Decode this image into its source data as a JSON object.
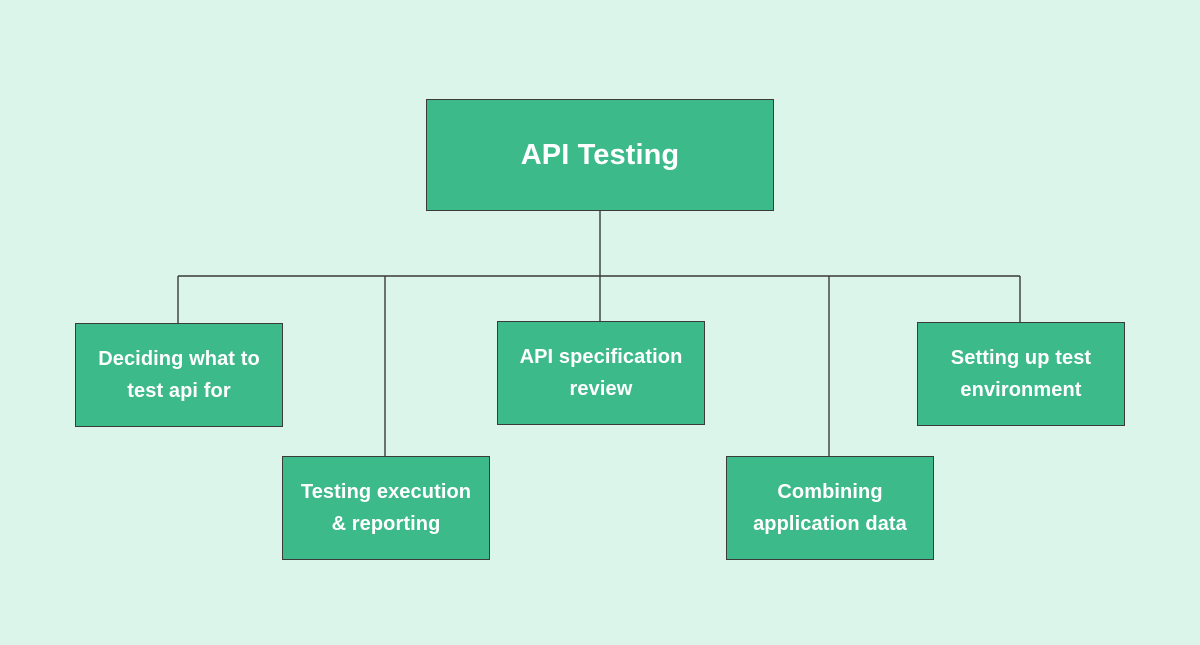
{
  "diagram": {
    "background_color": "#dbf5ea",
    "node_color": "#3dba8a",
    "line_color": "#3a3a3a",
    "root": {
      "label": "API Testing"
    },
    "children": [
      {
        "label": "Deciding what to\ntest api for"
      },
      {
        "label": "Testing execution\n& reporting"
      },
      {
        "label": "API specification\nreview"
      },
      {
        "label": "Combining\napplication data"
      },
      {
        "label": "Setting up test\nenvironment"
      }
    ]
  }
}
